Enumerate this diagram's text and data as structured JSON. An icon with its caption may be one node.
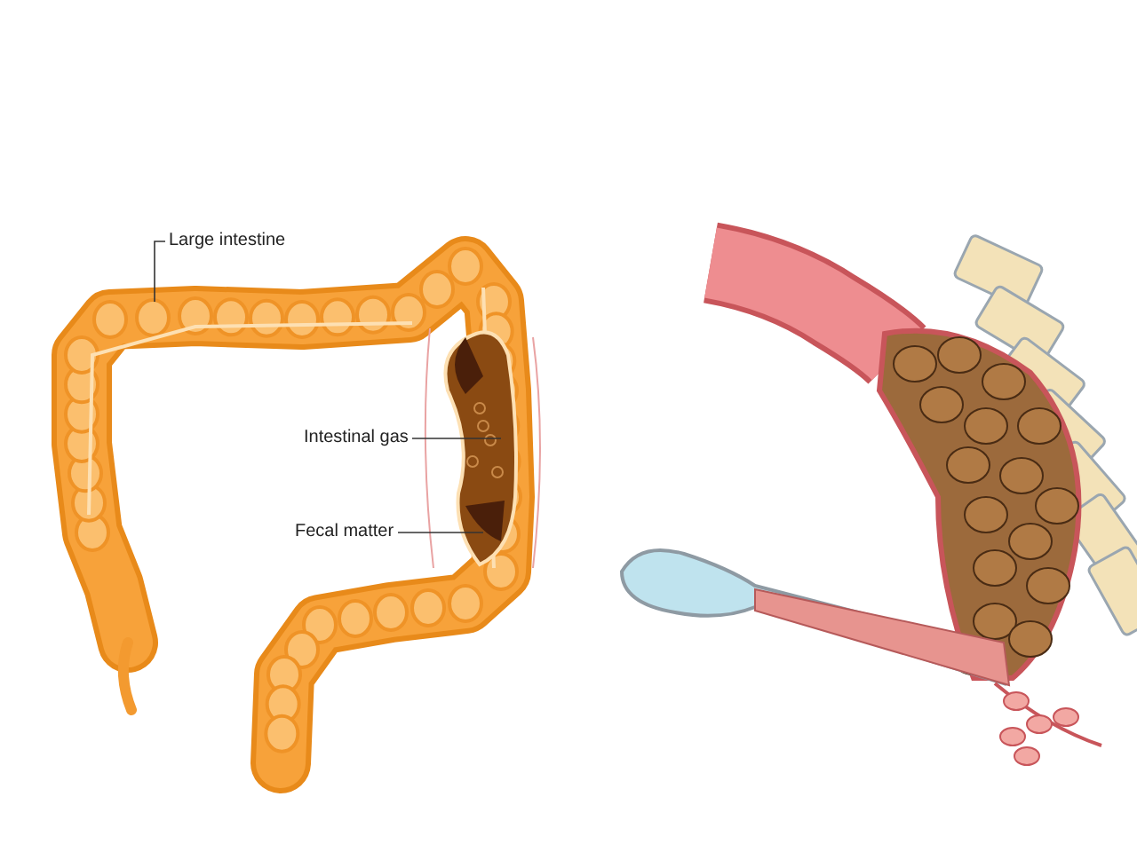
{
  "diagram": {
    "nodes": [
      {
        "text": [
          "Large intestine"
        ]
      },
      {
        "text": [
          "Intestinal gas"
        ]
      },
      {
        "text": [
          "Fecal matter"
        ]
      }
    ],
    "edges": [
      {
        "from": 0,
        "to": null,
        "arrow": "none"
      },
      {
        "from": 1,
        "to": null,
        "arrow": "none"
      },
      {
        "from": 2,
        "to": null,
        "arrow": "none"
      }
    ]
  }
}
